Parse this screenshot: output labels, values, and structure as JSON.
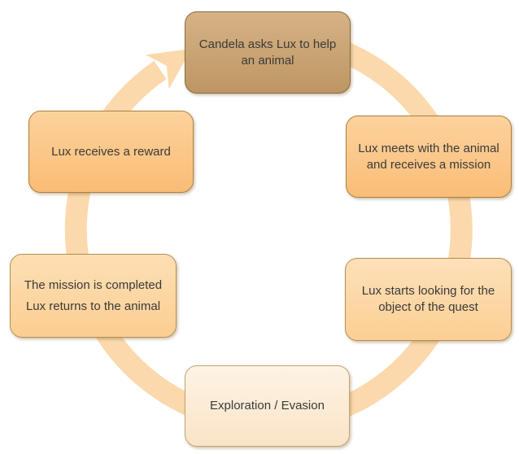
{
  "diagram": {
    "type": "cycle",
    "flow_direction": "clockwise",
    "background_color": "#ffffff",
    "ring": {
      "color": "#fbd9ac",
      "arrowhead": "clockwise-arrowhead"
    },
    "steps": [
      {
        "position": "top",
        "label": "Candela asks Lux to help an animal",
        "fill_top": "#d6b286",
        "fill_bottom": "#bd9663",
        "border_color": "#8a6a42",
        "emphasized": true
      },
      {
        "position": "upper-right",
        "label": "Lux meets with the animal and receives a mission",
        "fill_top": "#fdd29e",
        "fill_bottom": "#f9bd77",
        "border_color": "#ad7f41",
        "emphasized": false
      },
      {
        "position": "lower-right",
        "label": "Lux starts looking for the object of the quest",
        "fill_top": "#fde0b9",
        "fill_bottom": "#fbcf94",
        "border_color": "#b98e52",
        "emphasized": false
      },
      {
        "position": "bottom",
        "label": "Exploration / Evasion",
        "fill_top": "#fdf3e5",
        "fill_bottom": "#fae4c7",
        "border_color": "#c4a471",
        "emphasized": false
      },
      {
        "position": "lower-left",
        "lines": [
          "The mission is completed",
          "Lux returns to the animal"
        ],
        "fill_top": "#fddfb4",
        "fill_bottom": "#fbce92",
        "border_color": "#b98e52",
        "emphasized": false
      },
      {
        "position": "upper-left",
        "label": "Lux receives a reward",
        "fill_top": "#fdd29d",
        "fill_bottom": "#f9bc75",
        "border_color": "#ad7f41",
        "emphasized": false
      }
    ]
  }
}
